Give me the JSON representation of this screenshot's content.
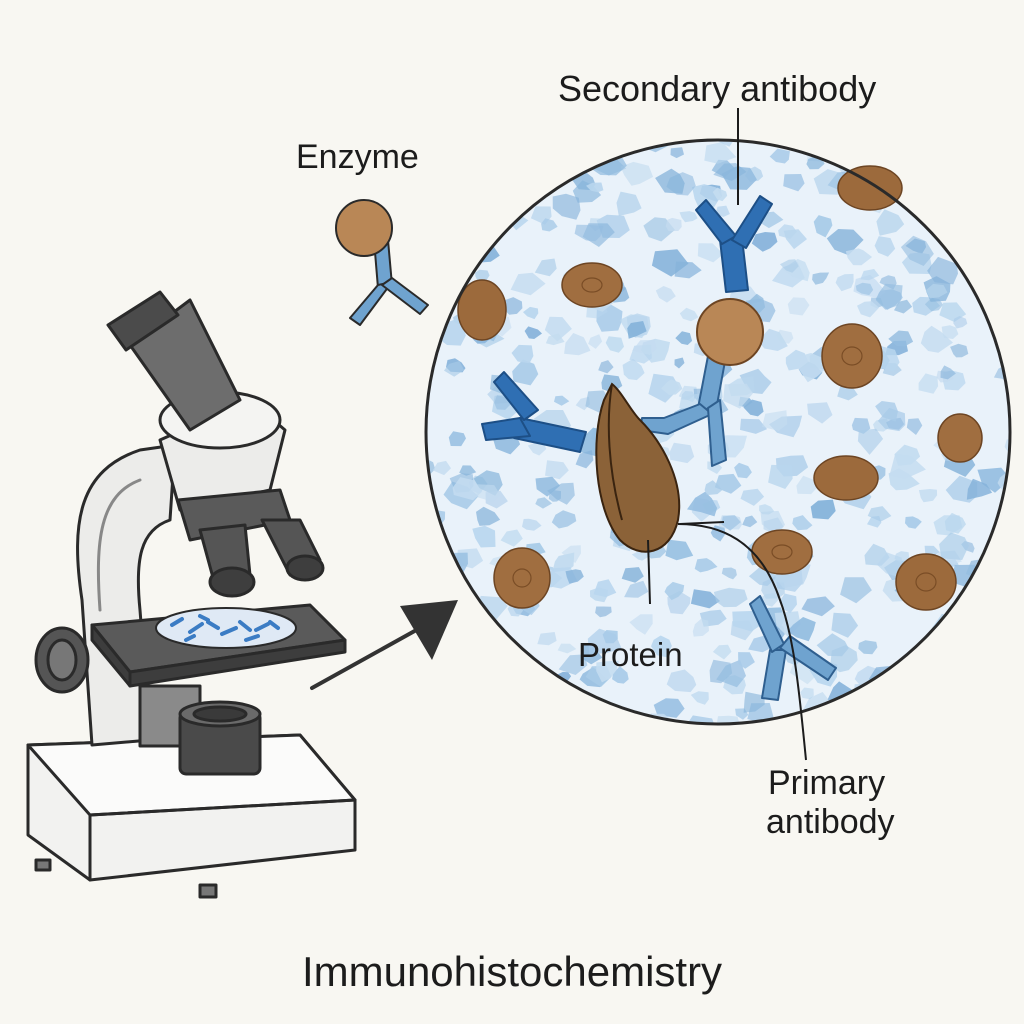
{
  "title": "Immunohistochemistry",
  "labels": {
    "secondary_antibody": "Secondary antibody",
    "enzyme": "Enzyme",
    "protein": "Protein",
    "primary_antibody_line1": "Primary",
    "primary_antibody_line2": "antibody"
  },
  "icons": [
    "microscope-icon",
    "slide-sample-icon",
    "magnification-arrow-icon",
    "enzyme-antibody-icon",
    "antibody-icon",
    "protein-icon",
    "cell-icon"
  ],
  "colors": {
    "background": "#f8f7f2",
    "tissue_blue": "#9fc4e4",
    "antibody_dark_blue": "#2f6fb3",
    "antibody_light_blue": "#6fa3cf",
    "enzyme_brown": "#b98756",
    "protein_brown": "#8b6238",
    "cell_brown": "#9c6a3c"
  }
}
